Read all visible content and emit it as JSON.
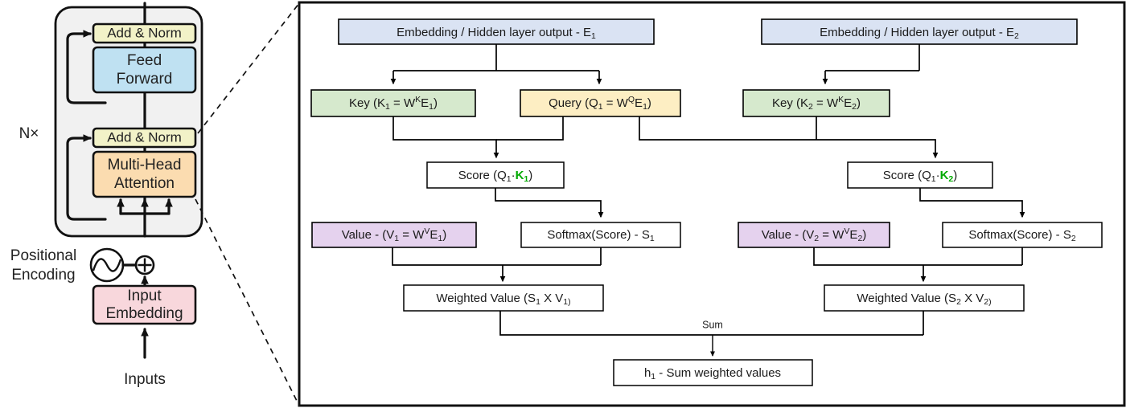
{
  "meta": {
    "title": "Transformer encoder block with self-attention detail",
    "colors": {
      "embedding_fill": "#dae3f3",
      "embedding_stroke": "#4a76c4",
      "key_fill": "#d6e9cd",
      "key_stroke": "#5aa83a",
      "query_fill": "#fdeec3",
      "query_stroke": "#e0a82e",
      "value_fill": "#e5d2ee",
      "value_stroke": "#9b59b6",
      "plain_fill": "#ffffff",
      "plain_stroke": "#000000",
      "green_accent": "#00aa00",
      "addnorm_fill": "#f2f2c8",
      "feedforward_fill": "#bfe1f2",
      "attention_fill": "#fbdcb0",
      "inputembed_fill": "#f8d7dc",
      "block_fill": "#f1f1f1"
    }
  },
  "left_panel": {
    "name": "transformer-encoder-block",
    "repeat_label": "N×",
    "boxes": {
      "add_norm_top": "Add & Norm",
      "feed_forward": "Feed\nForward",
      "feed_forward_line1": "Feed",
      "feed_forward_line2": "Forward",
      "add_norm_bottom": "Add & Norm",
      "multi_head_line1": "Multi-Head",
      "multi_head_line2": "Attention",
      "input_embedding_line1": "Input",
      "input_embedding_line2": "Embedding"
    },
    "positional_encoding_line1": "Positional",
    "positional_encoding_line2": "Encoding",
    "inputs_label": "Inputs",
    "plus_symbol": "⊕"
  },
  "right_panel": {
    "name": "self-attention-detail",
    "row_embedding": [
      {
        "id": "E1",
        "text_main": "Embedding / Hidden layer output - E",
        "sub": "1",
        "full": "Embedding / Hidden layer output - E1"
      },
      {
        "id": "E2",
        "text_main": "Embedding / Hidden layer output  - E",
        "sub": "2",
        "full": "Embedding / Hidden layer output  - E2"
      }
    ],
    "row_qkv": [
      {
        "id": "K1",
        "kind": "key",
        "parts": [
          "Key (K",
          "1",
          " = W",
          "K",
          "E",
          "1",
          ")"
        ],
        "full": "Key (K1 = W^K E1)"
      },
      {
        "id": "Q1",
        "kind": "query",
        "parts": [
          "Query (Q",
          "1",
          " = W",
          "Q",
          "E",
          "1",
          ")"
        ],
        "full": "Query (Q1 = W^Q E1)"
      },
      {
        "id": "K2",
        "kind": "key",
        "parts": [
          "Key (K",
          "2",
          " = W",
          "K",
          "E",
          "2",
          ")"
        ],
        "full": "Key (K2 = W^K E2)"
      }
    ],
    "row_score": [
      {
        "id": "Score1",
        "pre": "Score (Q",
        "pre_sub": "1",
        "dot": "·",
        "accent": "K",
        "accent_sub": "1",
        "post": ")",
        "full": "Score (Q1 · K1)"
      },
      {
        "id": "Score2",
        "pre": "Score (Q",
        "pre_sub": "1",
        "dot": "·",
        "accent": "K",
        "accent_sub": "2",
        "post": ")",
        "full": "Score (Q1 · K2)"
      }
    ],
    "row_value": [
      {
        "id": "V1",
        "parts": [
          "Value - (V",
          "1",
          " = W",
          "V",
          "E",
          "1",
          ")"
        ],
        "full": "Value - (V1 = W^V E1)"
      },
      {
        "id": "V2",
        "parts": [
          "Value - (V",
          "2",
          " = W",
          "V",
          "E",
          "2",
          ")"
        ],
        "full": "Value - (V2 = W^V E2)"
      }
    ],
    "row_softmax": [
      {
        "id": "S1",
        "main": "Softmax(Score) - S",
        "sub": "1",
        "full": "Softmax(Score) - S1"
      },
      {
        "id": "S2",
        "main": "Softmax(Score) - S",
        "sub": "2",
        "full": "Softmax(Score) - S2"
      }
    ],
    "row_weighted": [
      {
        "id": "WV1",
        "parts": [
          "Weighted Value (S",
          "1",
          " X V",
          "1)"
        ],
        "full": "Weighted Value (S1 X V1)"
      },
      {
        "id": "WV2",
        "parts": [
          "Weighted Value (S",
          "2",
          " X V",
          "2)"
        ],
        "full": "Weighted Value (S2 X V2)"
      }
    ],
    "sum_label": "Sum",
    "output_box": {
      "id": "h1",
      "main_pre": "h",
      "sub": "1",
      "main_post": " - Sum weighted values",
      "full": "h1 - Sum weighted values"
    }
  }
}
